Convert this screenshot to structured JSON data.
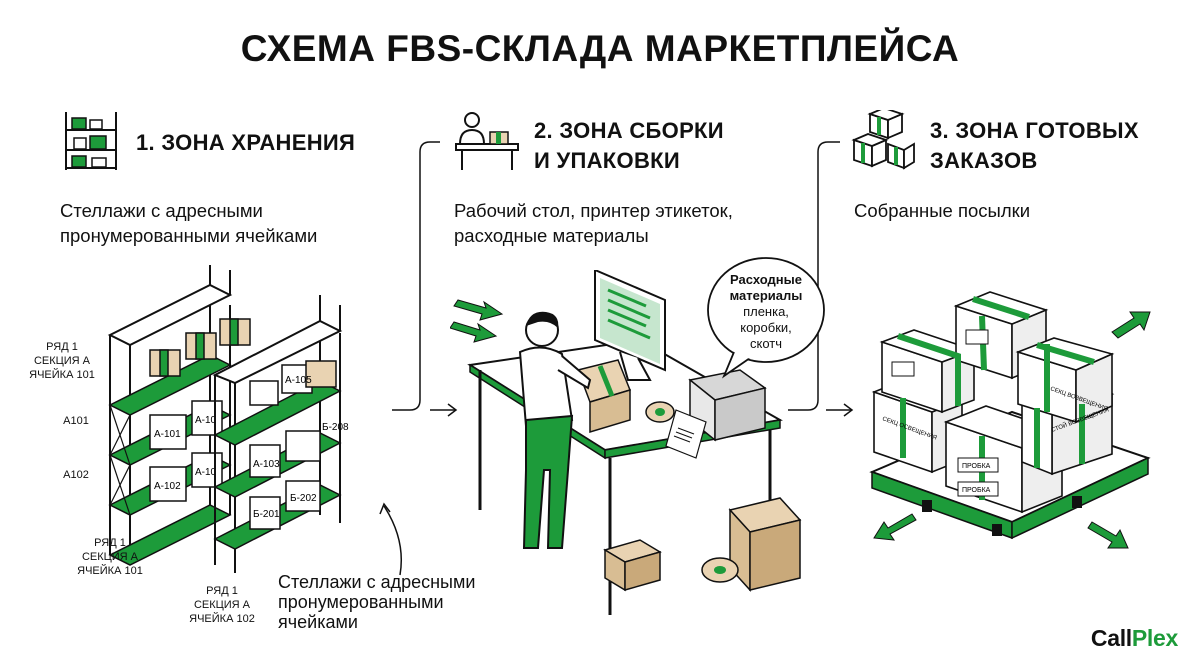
{
  "title": "СХЕМА FBS-СКЛАДА МАРКЕТПЛЕЙСА",
  "colors": {
    "accent": "#1d9b3a",
    "ink": "#111111",
    "box": "#e9d3b2",
    "paper": "#ffffff"
  },
  "zones": [
    {
      "number_title": "1. ЗОНА ХРАНЕНИЯ",
      "description": [
        "Стеллажи с адресными",
        "пронумерованными ячейками"
      ],
      "icon": "shelf-icon"
    },
    {
      "number_title": [
        "2. ЗОНА СБОРКИ",
        "И УПАКОВКИ"
      ],
      "description": [
        "Рабочий стол, принтер этикеток,",
        "расходные материалы"
      ],
      "icon": "worker-desk-icon"
    },
    {
      "number_title": [
        "3. ЗОНА ГОТОВЫХ",
        "ЗАКАЗОВ"
      ],
      "description": [
        "Собранные посылки"
      ],
      "icon": "boxes-icon"
    }
  ],
  "storage": {
    "row_label_top": [
      "РЯД 1",
      "СЕКЦИЯ А",
      "ЯЧЕЙКА 101"
    ],
    "level_labels": [
      "А101",
      "А102"
    ],
    "row_label_bottom": [
      "РЯД 1",
      "СЕКЦИЯ А",
      "ЯЧЕЙКА 101"
    ],
    "row_label_bottom2": [
      "РЯД 1",
      "СЕКЦИЯ А",
      "ЯЧЕЙКА 102"
    ],
    "cell_labels": [
      "А-101",
      "А-10",
      "А-102",
      "А-10",
      "А-105",
      "Б-208",
      "А-103",
      "Б-202",
      "Б-201"
    ],
    "note": [
      "Стеллажи с адресными",
      "пронумерованными",
      "ячейками"
    ]
  },
  "assembly": {
    "bubble_title": [
      "Расходные",
      "материалы"
    ],
    "bubble_items": [
      "пленка,",
      "коробки,",
      "скотч"
    ]
  },
  "ready": {
    "tape_labels": [
      "ПРОБКА",
      "ПРОБКА",
      "СЕКЦ ОСВЕЩЕНИЯ",
      "СЕКЦ ВОЗВЕЩЕНИЯ",
      "СТОЙ ВОЗВЕЩЕНИЯ"
    ]
  },
  "logo": {
    "part1": "Call",
    "part2": "Plex"
  }
}
